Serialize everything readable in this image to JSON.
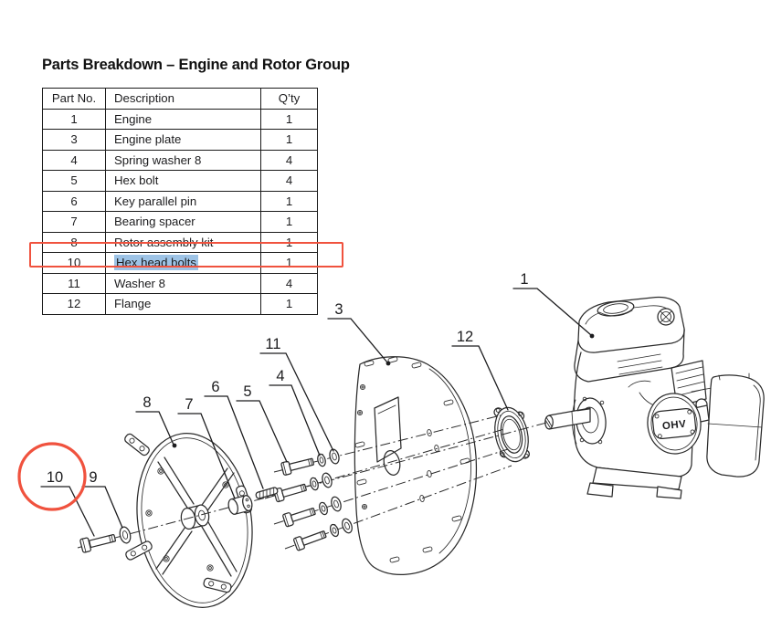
{
  "title": "Parts Breakdown – Engine and Rotor Group",
  "table": {
    "headers": {
      "part_no": "Part No.",
      "description": "Description",
      "qty": "Q’ty"
    },
    "rows": [
      {
        "part_no": "1",
        "description": "Engine",
        "qty": "1",
        "highlighted": false
      },
      {
        "part_no": "3",
        "description": "Engine plate",
        "qty": "1",
        "highlighted": false
      },
      {
        "part_no": "4",
        "description": "Spring washer 8",
        "qty": "4",
        "highlighted": false
      },
      {
        "part_no": "5",
        "description": "Hex bolt",
        "qty": "4",
        "highlighted": false
      },
      {
        "part_no": "6",
        "description": "Key parallel pin",
        "qty": "1",
        "highlighted": false
      },
      {
        "part_no": "7",
        "description": "Bearing spacer",
        "qty": "1",
        "highlighted": false
      },
      {
        "part_no": "8",
        "description": "Rotor assembly kit",
        "qty": "1",
        "highlighted": false
      },
      {
        "part_no": "10",
        "description": "Hex head bolts",
        "qty": "1",
        "highlighted": true
      },
      {
        "part_no": "11",
        "description": "Washer 8",
        "qty": "4",
        "highlighted": false
      },
      {
        "part_no": "12",
        "description": "Flange",
        "qty": "1",
        "highlighted": false
      }
    ]
  },
  "annotations": {
    "highlight_box_color": "#f0523e",
    "text_selection_color": "#9dc3e6",
    "boxed_row_part": "10",
    "circled_callout": "10"
  },
  "diagram": {
    "engine_badge": "OHV",
    "callouts": [
      {
        "label": "1"
      },
      {
        "label": "3"
      },
      {
        "label": "12"
      },
      {
        "label": "11"
      },
      {
        "label": "4"
      },
      {
        "label": "5"
      },
      {
        "label": "6"
      },
      {
        "label": "7"
      },
      {
        "label": "8"
      },
      {
        "label": "10"
      },
      {
        "label": "9"
      }
    ]
  }
}
